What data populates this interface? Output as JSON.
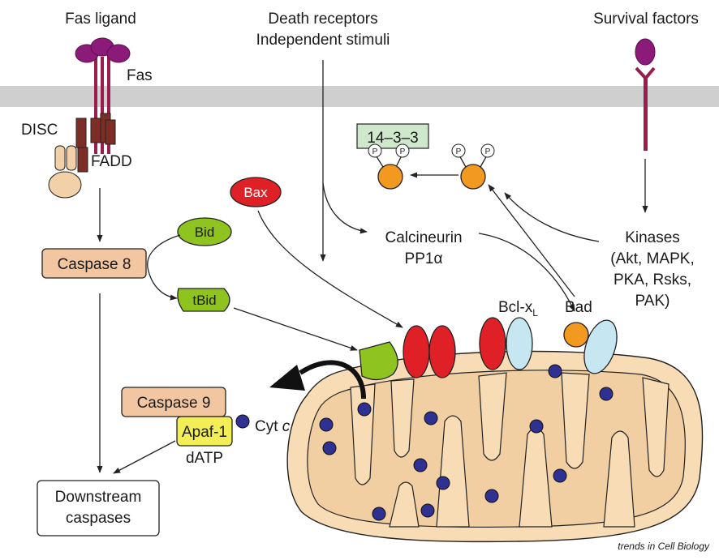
{
  "labels": {
    "fas_ligand": "Fas ligand",
    "fas": "Fas",
    "death_receptors": "Death receptors",
    "independent_stimuli": "Independent stimuli",
    "survival_factors": "Survival factors",
    "disc": "DISC",
    "fadd": "FADD",
    "protein_14_3_3": "14–3–3",
    "phospho": "P",
    "bax": "Bax",
    "bid": "Bid",
    "tbid": "tBid",
    "caspase8": "Caspase 8",
    "calcineurin": "Calcineurin",
    "pp1": "PP1",
    "pp1_suffix": "α",
    "kinases": [
      "Kinases",
      "(Akt, MAPK,",
      "PKA, Rsks,",
      "PAK)"
    ],
    "bcl_xl": "Bcl-x",
    "bcl_xl_sub": "L",
    "bad": "Bad",
    "caspase9": "Caspase 9",
    "apaf1": "Apaf-1",
    "cyt_c": "Cyt",
    "cyt_c_italic": "c",
    "datp": "dATP",
    "downstream_line1": "Downstream",
    "downstream_line2": "caspases",
    "credit": "trends in Cell Biology"
  },
  "colors": {
    "membrane": "#cfcfcf",
    "fas_head": "#8b1a78",
    "fas_stem": "#9b1d4d",
    "disc_brown": "#7d2d26",
    "fadd_tan": "#f2d0a8",
    "caspase_box": "#f2c6a0",
    "bax_red": "#e02027",
    "bid_green": "#8fc31f",
    "apaf_yellow": "#f4ee56",
    "protein_1433": "#cfe8cc",
    "bad_orange": "#f29a1f",
    "bcl_blue": "#c6e6f2",
    "cyt_c_blue": "#2e3192",
    "mito_fill": "#f7dcb6",
    "mito_inner": "#f1cfa2"
  }
}
